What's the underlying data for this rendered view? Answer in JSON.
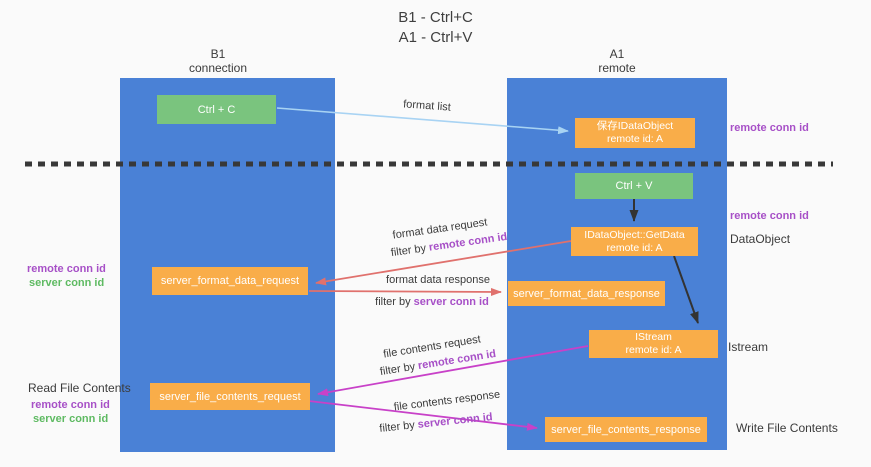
{
  "title": {
    "line1": "B1 - Ctrl+C",
    "line2": "A1 - Ctrl+V"
  },
  "lifelines": {
    "b1": {
      "name": "B1",
      "role": "connection"
    },
    "a1": {
      "name": "A1",
      "role": "remote"
    }
  },
  "nodes": {
    "ctrl_c": {
      "label": "Ctrl + C"
    },
    "ctrl_v": {
      "label": "Ctrl + V"
    },
    "save_dataobject": {
      "line1": "保存IDataObject",
      "line2": "remote id: A"
    },
    "getdata": {
      "line1": "IDataObject::GetData",
      "line2": "remote id: A"
    },
    "istream": {
      "line1": "IStream",
      "line2": "remote id: A"
    },
    "format_request": {
      "label": "server_format_data_request"
    },
    "format_response": {
      "label": "server_format_data_response"
    },
    "file_request": {
      "label": "server_file_contents_request"
    },
    "file_response": {
      "label": "server_file_contents_response"
    }
  },
  "flow_labels": {
    "format_list": "format list",
    "format_data_request": "format data request",
    "format_data_response": "format data response",
    "file_contents_request": "file contents request",
    "file_contents_response": "file contents response",
    "filter_by": "filter by",
    "remote_conn_id": "remote conn id",
    "server_conn_id": "server conn id"
  },
  "side_labels": {
    "remote_conn_id": "remote conn id",
    "server_conn_id": "server conn id",
    "dataobject": "DataObject",
    "istream": "Istream",
    "read_file_contents": "Read File Contents",
    "write_file_contents": "Write File Contents"
  },
  "colors": {
    "lifeline_blue": "#4a81d6",
    "action_green": "#7ac47e",
    "message_orange": "#f9ad49",
    "remote_conn_purple": "#a750c7",
    "server_conn_green": "#5eba62",
    "format_arrow_red": "#e0716d",
    "file_arrow_magenta": "#c841c8",
    "format_list_blue": "#a8d3f3",
    "separator_dark": "#383838"
  }
}
